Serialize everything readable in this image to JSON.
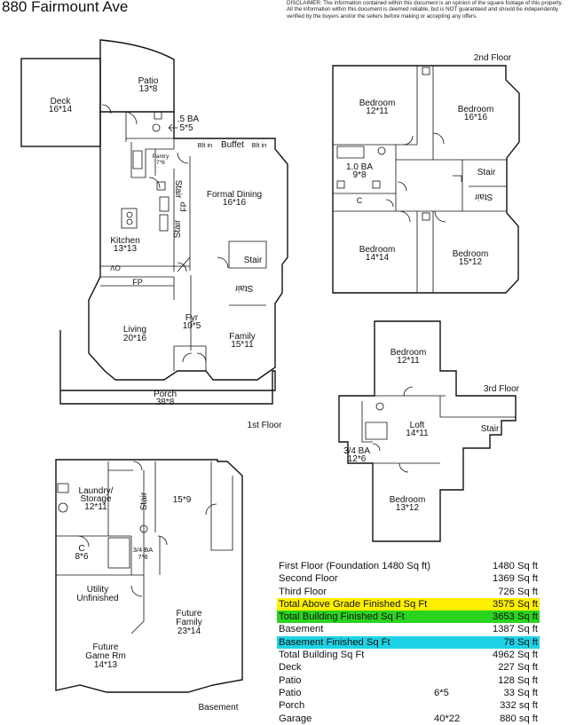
{
  "title": "880 Fairmount Ave",
  "disclaimer": "DISCLAIMER: The information contained within this document is an opinion of the square footage of this property. All the information within this document is deemed reliable, but is NOT guaranteed and should be independently verified by the buyers and/or the sellers before making or accepting any offers.",
  "floors": {
    "first": "1st Floor",
    "second": "2nd Floor",
    "third": "3rd Floor",
    "basement": "Basement"
  },
  "rooms": {
    "deck": {
      "name": "Deck",
      "size": "16*14"
    },
    "patio": {
      "name": "Patio",
      "size": "13*8"
    },
    "half_ba": {
      "name": ".5 BA",
      "size": "5*5"
    },
    "pantry": {
      "name": "Pantry",
      "size": "7*6"
    },
    "buffet": "Buffet",
    "bltin": "Blt in",
    "formal_dining": {
      "name": "Formal Dining",
      "size": "16*16"
    },
    "kitchen": {
      "name": "Kitchen",
      "size": "13*13"
    },
    "living": {
      "name": "Living",
      "size": "20*16"
    },
    "fyr": {
      "name": "Fyr",
      "size": "10*5"
    },
    "family": {
      "name": "Family",
      "size": "15*11"
    },
    "porch": {
      "name": "Porch",
      "size": "38*8"
    },
    "stair": "Stair",
    "fp": "FP",
    "ov": "OV",
    "c": "C",
    "bed2a": {
      "name": "Bedroom",
      "size": "12*11"
    },
    "bed2b": {
      "name": "Bedroom",
      "size": "16*16"
    },
    "ba2": {
      "name": "1.0 BA",
      "size": "9*8"
    },
    "bed2c": {
      "name": "Bedroom",
      "size": "14*14"
    },
    "bed2d": {
      "name": "Bedroom",
      "size": "15*12"
    },
    "bed3a": {
      "name": "Bedroom",
      "size": "12*11"
    },
    "loft": {
      "name": "Loft",
      "size": "14*11"
    },
    "ba3": {
      "name": "3/4 BA",
      "size": "12*6"
    },
    "bed3b": {
      "name": "Bedroom",
      "size": "13*12"
    },
    "laundry": {
      "name1": "Laundry/",
      "name2": "Storage",
      "size": "12*11"
    },
    "room159": "15*9",
    "basec": {
      "name": "C",
      "size": "8*6"
    },
    "ba_bsmt": {
      "name": "3/4 BA",
      "size": "7*6"
    },
    "utility": {
      "name1": "Utility",
      "name2": "Unfinished"
    },
    "future_family": {
      "name1": "Future",
      "name2": "Family",
      "size": "23*14"
    },
    "future_game": {
      "name1": "Future",
      "name2": "Game Rm",
      "size": "14*13"
    }
  },
  "summary": [
    {
      "label": "First Floor (Foundation 1480 Sq ft)",
      "mid": "",
      "value": "1480 Sq ft",
      "highlight": ""
    },
    {
      "label": "Second Floor",
      "mid": "",
      "value": "1369 Sq ft",
      "highlight": ""
    },
    {
      "label": "Third Floor",
      "mid": "",
      "value": "726 Sq ft",
      "highlight": ""
    },
    {
      "label": "Total Above Grade Finished Sq Ft",
      "mid": "",
      "value": "3575 Sq ft",
      "highlight": "#ffef00"
    },
    {
      "label": "Total Building Finished Sq Ft",
      "mid": "",
      "value": "3653 Sq ft",
      "highlight": "#2ad31f"
    },
    {
      "label": "Basement",
      "mid": "",
      "value": "1387 Sq ft",
      "highlight": ""
    },
    {
      "label": "Basement Finished Sq Ft",
      "mid": "",
      "value": "78 Sq ft",
      "highlight": "#1fd3e6"
    },
    {
      "label": "Total Building Sq Ft",
      "mid": "",
      "value": "4962 Sq ft",
      "highlight": ""
    },
    {
      "label": "Deck",
      "mid": "",
      "value": "227 Sq ft",
      "highlight": ""
    },
    {
      "label": "Patio",
      "mid": "",
      "value": "128 Sq ft",
      "highlight": ""
    },
    {
      "label": "Patio",
      "mid": "6*5",
      "value": "33 Sq ft",
      "highlight": ""
    },
    {
      "label": "Porch",
      "mid": "",
      "value": "332 sq ft",
      "highlight": ""
    },
    {
      "label": "Garage",
      "mid": "40*22",
      "value": "880 sq ft",
      "highlight": ""
    }
  ]
}
